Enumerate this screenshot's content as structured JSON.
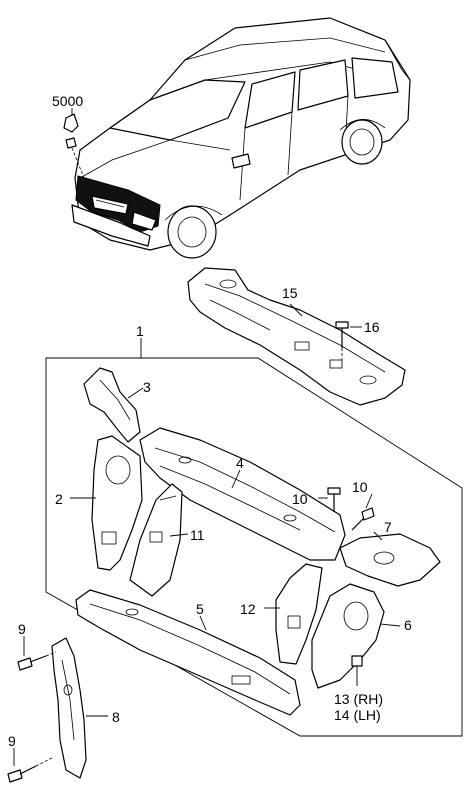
{
  "callouts": {
    "c5000": "5000",
    "c15": "15",
    "c16": "16",
    "c1": "1",
    "c3": "3",
    "c4": "4",
    "c2": "2",
    "c10a": "10",
    "c10b": "10",
    "c11": "11",
    "c7": "7",
    "c5": "5",
    "c12": "12",
    "c6": "6",
    "c9a": "9",
    "c8": "8",
    "c13": "13 (RH)",
    "c14": "14 (LH)",
    "c9b": "9"
  },
  "colors": {
    "line": "#000000",
    "fill": "#ffffff",
    "highlight": "#111111"
  }
}
